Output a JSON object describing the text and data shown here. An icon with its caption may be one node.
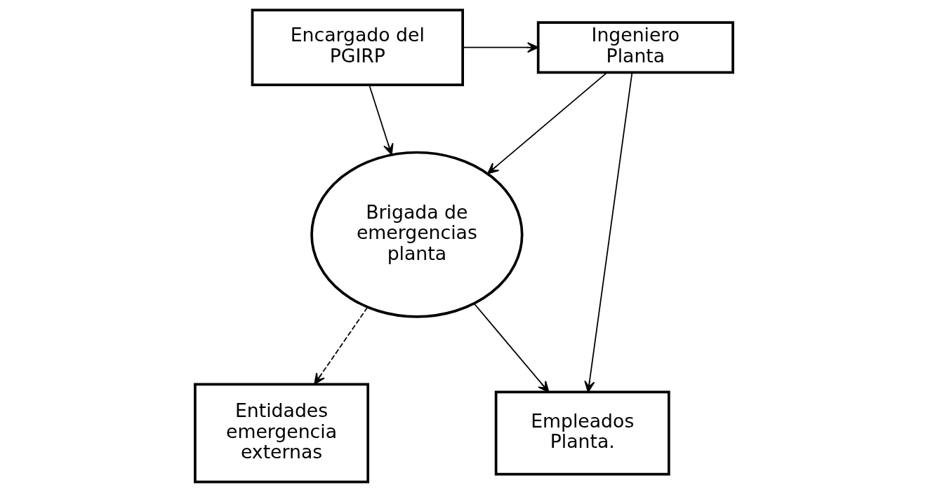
{
  "diagram": {
    "nodes": [
      {
        "text": [
          "Encargado del PGIRP"
        ]
      },
      {
        "text": [
          "Ingeniero Planta"
        ]
      },
      {
        "text": [
          "Brigada de emergencias planta"
        ]
      },
      {
        "text": [
          "Entidades emergencia externas"
        ]
      },
      {
        "text": [
          "Empleados Planta."
        ]
      }
    ],
    "edges": [
      {
        "from": 0,
        "to": 1,
        "arrow": "to"
      },
      {
        "from": 0,
        "to": 2,
        "arrow": "to"
      },
      {
        "from": 1,
        "to": 2,
        "arrow": "to"
      },
      {
        "from": 1,
        "to": 4,
        "arrow": "to"
      },
      {
        "from": 2,
        "to": 4,
        "arrow": "to"
      },
      {
        "from": 2,
        "to": 3,
        "arrow": "to",
        "style": "dashed"
      }
    ]
  }
}
